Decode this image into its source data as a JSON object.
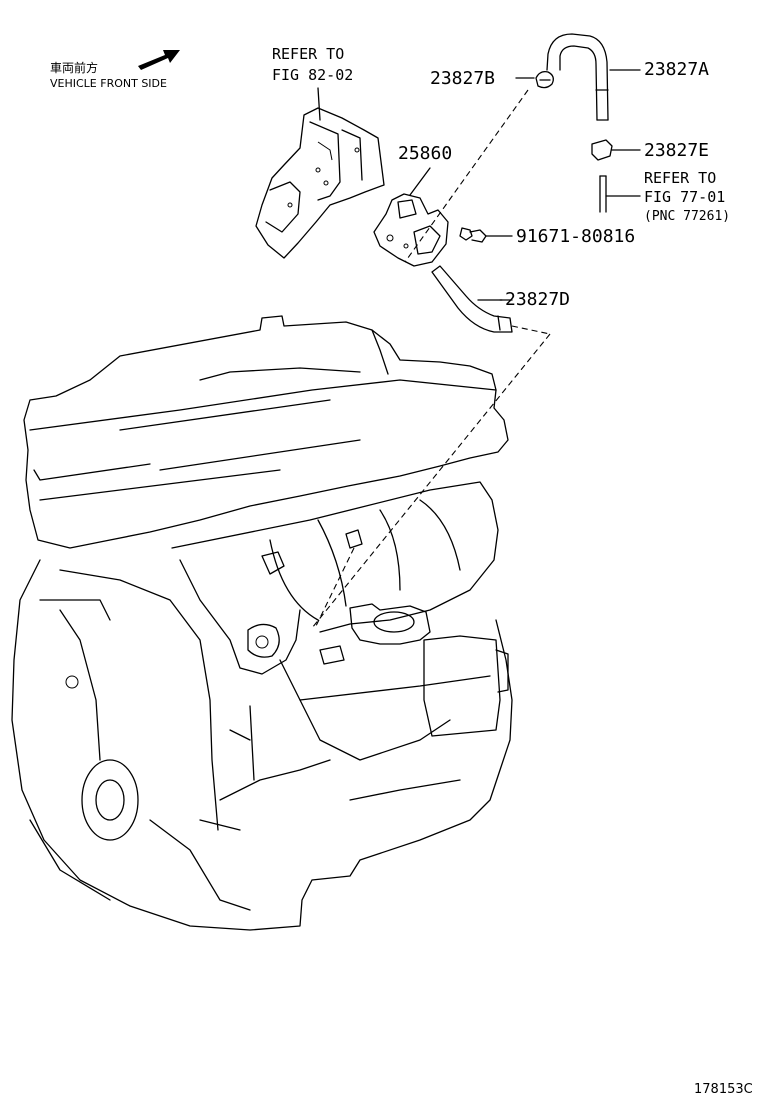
{
  "orientation": {
    "jp_text": "車両前方",
    "en_text": "VEHICLE FRONT SIDE",
    "arrow_icon": "arrow-right-icon"
  },
  "callouts": {
    "refer_fig82": {
      "line1": "REFER TO",
      "line2": "FIG 82-02"
    },
    "part_23827B": "23827B",
    "part_23827A": "23827A",
    "part_25860": "25860",
    "part_23827E": "23827E",
    "refer_fig77": {
      "line1": "REFER TO",
      "line2": "FIG 77-01",
      "line3": "(PNC 77261)"
    },
    "part_91671": "91671-80816",
    "part_23827D": "23827D"
  },
  "figure_code": "178153C"
}
